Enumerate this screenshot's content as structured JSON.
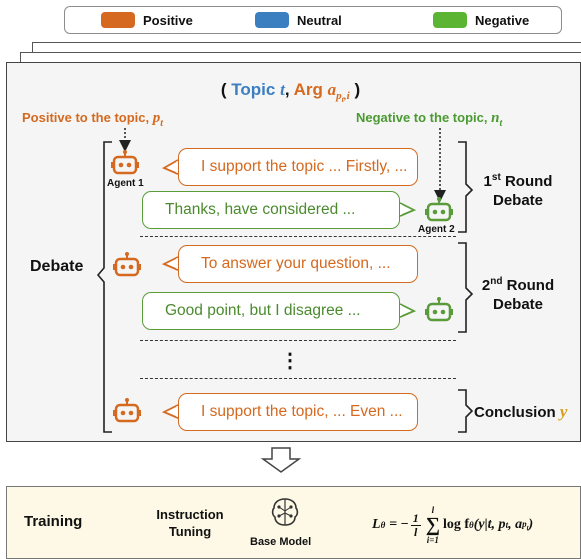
{
  "legend": [
    {
      "label": "Positive",
      "color": "#d4691f"
    },
    {
      "label": "Neutral",
      "color": "#3c7fc1"
    },
    {
      "label": "Negative",
      "color": "#5bb532"
    }
  ],
  "title": {
    "open": "(",
    "topic": "Topic",
    "topic_var": "t",
    "comma": ",",
    "arg": "Arg",
    "arg_var": "a",
    "arg_sub": "p",
    "arg_sub_sub": "t",
    "arg_sub_rest": ",i",
    "close": ")"
  },
  "positive_label": {
    "text": "Positive to the topic,",
    "var": "p",
    "sub": "t"
  },
  "negative_label": {
    "text": "Negative to the topic,",
    "var": "n",
    "sub": "t"
  },
  "agent1": "Agent 1",
  "agent2": "Agent 2",
  "debate_label": "Debate",
  "messages": [
    "I support the topic ... Firstly, ...",
    "Thanks, have considered ...",
    "To answer your question, ...",
    "Good point, but I disagree ...",
    "I support the topic, ... Even ..."
  ],
  "ellipsis": "⋮",
  "round1": {
    "num": "1",
    "sup": "st",
    "word": "Round",
    "line2": "Debate"
  },
  "round2": {
    "num": "2",
    "sup": "nd",
    "word": "Round",
    "line2": "Debate"
  },
  "conclusion": {
    "text": "Conclusion",
    "var": "y"
  },
  "training": {
    "label": "Training",
    "instruction_line1": "Instruction",
    "instruction_line2": "Tuning",
    "base_model": "Base Model",
    "formula": {
      "lhs": "L",
      "lhs_sub": "θ",
      "eq": "= −",
      "frac_num": "1",
      "frac_den": "l",
      "sum": "∑",
      "sum_top": "l",
      "sum_bottom": "i=1",
      "body": "log f",
      "body_sub": "θ",
      "args": "(y|t, p",
      "args_sub": "t",
      "args2": ", a",
      "args_sub2": "p",
      "args_subsub2": "t",
      "args_end": ")"
    }
  }
}
